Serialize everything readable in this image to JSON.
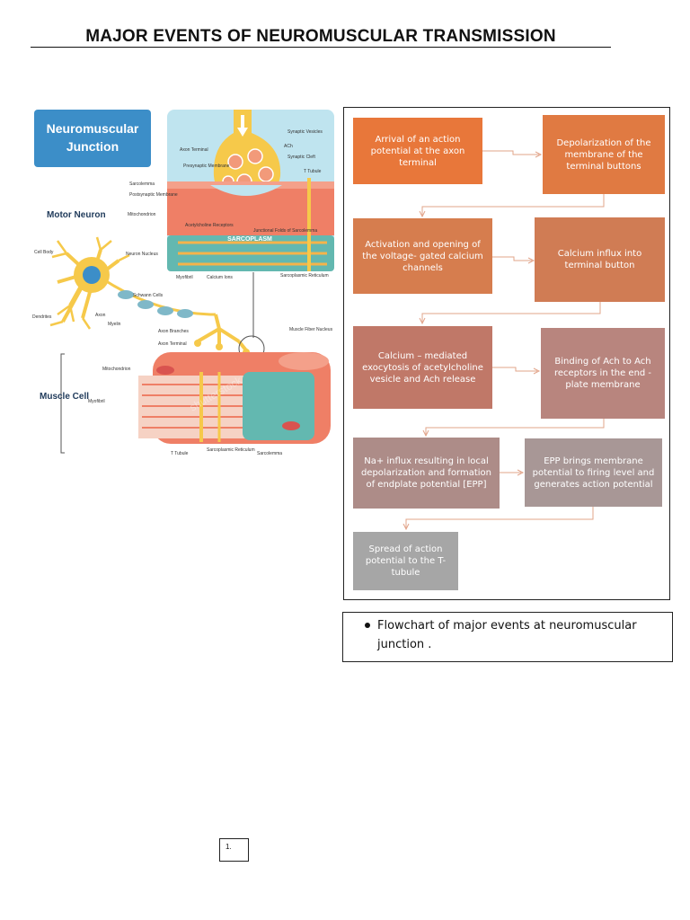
{
  "document": {
    "title": "MAJOR EVENTS OF NEUROMUSCULAR TRANSMISSION",
    "page_number": "1."
  },
  "illustration": {
    "heading": "Neuromuscular Junction",
    "watermark": "shutterstock",
    "labels": {
      "motor_neuron": "Motor Neuron",
      "muscle_cell": "Muscle Cell",
      "cell_body": "Cell Body",
      "neuron_nucleus": "Neuron Nucleus",
      "dendrites": "Dendrites",
      "axon": "Axon",
      "myelin": "Myelin",
      "schwann_cells": "Schwann Cells",
      "axon_branches": "Axon Branches",
      "axon_terminal": "Axon Terminal",
      "mitochondrion": "Mitochondrion",
      "myofibril": "Myofibril",
      "t_tubule": "T Tubule",
      "sarcoplasmic_reticulum": "Sarcoplasmic Reticulum",
      "sarcolemma": "Sarcolemma",
      "muscle_fiber_nucleus": "Muscle Fiber Nucleus",
      "synaptic_vesicles": "Synaptic Vesicles",
      "ach": "ACh",
      "synaptic_cleft": "Synaptic Cleft",
      "presynaptic_membrane": "Presynaptic Membrane",
      "postsynaptic_membrane": "Postsynaptic Membrane",
      "mitochondrion_inset": "Mitochondrion",
      "acetylcholine_receptors": "Acetylcholine Receptors",
      "junctional_folds": "Junctional Folds of Sarcolemma",
      "sarcoplasm": "SARCOPLASM",
      "calcium_ions": "Calcium Ions",
      "myofibril_inset": "Myofibril",
      "sr_inset": "Sarcoplasmic Reticulum",
      "axon_terminal_inset": "Axon Terminal",
      "t_tubule_inset": "T Tubule",
      "sarcolemma_inset": "Sarcolemma"
    }
  },
  "flowchart": {
    "steps": [
      {
        "text": "Arrival of an action potential at the axon terminal",
        "color": "#e8773a"
      },
      {
        "text": "Depolarization of the membrane of the terminal buttons",
        "color": "#e07a42"
      },
      {
        "text": "Activation and opening of the voltage- gated calcium channels",
        "color": "#d67d4e"
      },
      {
        "text": "Calcium influx into terminal button",
        "color": "#d07c54"
      },
      {
        "text": "Calcium – mediated exocytosis of acetylcholine vesicle and Ach release",
        "color": "#c07868"
      },
      {
        "text": "Binding of Ach to Ach receptors in the end - plate membrane",
        "color": "#b8857e"
      },
      {
        "text": "Na+ influx resulting in local depolarization and formation of endplate potential [EPP]",
        "color": "#ad8c88"
      },
      {
        "text": "EPP brings membrane potential to firing level and generates action potential",
        "color": "#a89796"
      },
      {
        "text": "Spread of action potential to the T-tubule",
        "color": "#a6a6a6"
      }
    ],
    "arrow_color": "#e2a48a"
  },
  "caption": {
    "text": "Flowchart of major events at neuromuscular junction ."
  }
}
